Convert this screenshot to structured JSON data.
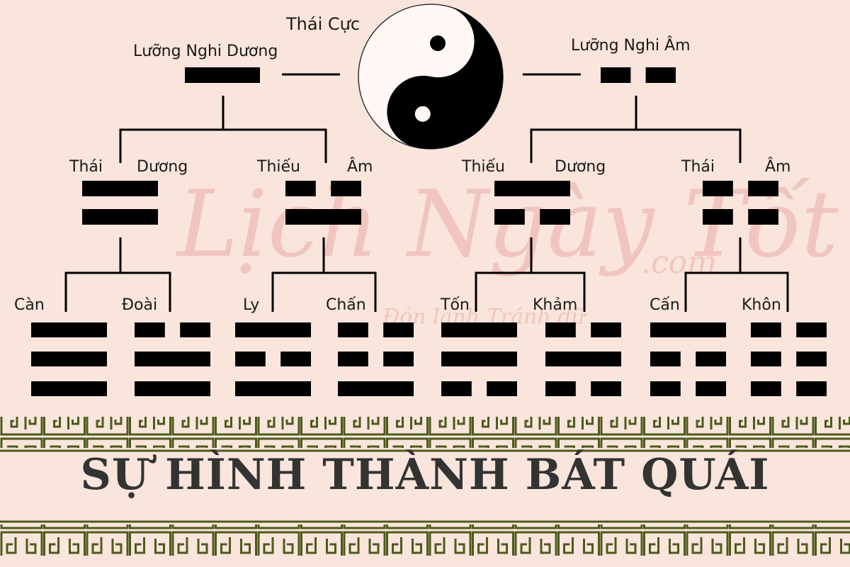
{
  "colors": {
    "background": "#f9e5dc",
    "line": "#000000",
    "border": "#4d5a1c",
    "title": "#333333",
    "watermark": "#e58c8c"
  },
  "watermark": {
    "brand": "Lịch Ngày Tốt",
    "domain": ".com",
    "slogan": "Đón lành Tránh dữ"
  },
  "taiji": {
    "label": "Thái Cực",
    "icon": "yin-yang-icon"
  },
  "level1": [
    {
      "label": "Lưỡng Nghi Dương",
      "lines": [
        "solid"
      ]
    },
    {
      "label": "Lưỡng Nghi  Âm",
      "lines": [
        "broken"
      ]
    }
  ],
  "level2": [
    {
      "label_a": "Thái",
      "label_b": "Dương",
      "lines": [
        "solid",
        "solid"
      ]
    },
    {
      "label_a": "Thiếu",
      "label_b": "Âm",
      "lines": [
        "broken",
        "solid"
      ]
    },
    {
      "label_a": "Thiếu",
      "label_b": "Dương",
      "lines": [
        "solid",
        "broken"
      ]
    },
    {
      "label_a": "Thái",
      "label_b": "Âm",
      "lines": [
        "broken",
        "broken"
      ]
    }
  ],
  "level3": [
    {
      "label": "Càn",
      "lines": [
        "solid",
        "solid",
        "solid"
      ]
    },
    {
      "label": "Đoài",
      "lines": [
        "broken",
        "solid",
        "solid"
      ]
    },
    {
      "label": "Ly",
      "lines": [
        "solid",
        "broken",
        "solid"
      ]
    },
    {
      "label": "Chấn",
      "lines": [
        "broken",
        "broken",
        "solid"
      ]
    },
    {
      "label": "Tốn",
      "lines": [
        "solid",
        "solid",
        "broken"
      ]
    },
    {
      "label": "Khảm",
      "lines": [
        "broken",
        "solid",
        "broken"
      ]
    },
    {
      "label": "Cấn",
      "lines": [
        "solid",
        "broken",
        "broken"
      ]
    },
    {
      "label": "Khôn",
      "lines": [
        "broken",
        "broken",
        "broken"
      ]
    }
  ],
  "title": "SỰ HÌNH THÀNH BÁT QUÁI"
}
